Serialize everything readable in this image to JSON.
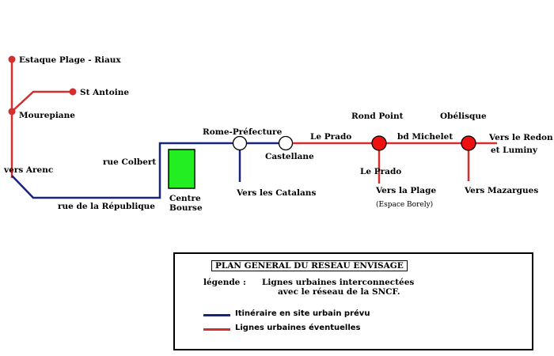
{
  "colors": {
    "planned_route": "#1a237e",
    "potential_lines": "#d32f2f",
    "centre_bourse_fill": "#22ee22"
  },
  "stations": {
    "estaque": "Estaque Plage - Riaux",
    "st_antoine": "St Antoine",
    "mourepiane": "Mourepiane",
    "vers_arenc": "vers Arenc",
    "rue_colbert": "rue Colbert",
    "rue_republique": "rue de la République",
    "centre_bourse_1": "Centre",
    "centre_bourse_2": "Bourse",
    "rome_prefecture": "Rome-Préfecture",
    "vers_catalans": "Vers les Catalans",
    "castellane": "Castellane",
    "le_prado_top": "Le Prado",
    "rond_point": "Rond Point",
    "le_prado_bottom": "Le Prado",
    "vers_plage": "Vers la Plage",
    "espace_borely": "(Espace Borely)",
    "bd_michelet": "bd Michelet",
    "obelisque": "Obélisque",
    "vers_redon_1": "Vers le Redon",
    "vers_redon_2": "et Luminy",
    "vers_mazargues": "Vers Mazargues"
  },
  "legend": {
    "title": "PLAN GENERAL DU RESEAU ENVISAGE",
    "label": "légende :",
    "text_line1": "Lignes urbaines interconnectées",
    "text_line2": "avec le réseau de la SNCF.",
    "items": [
      {
        "text": "Itinéraire en site urbain prévu",
        "color": "#1a237e"
      },
      {
        "text": "Lignes urbaines éventuelles",
        "color": "#d32f2f"
      }
    ]
  }
}
